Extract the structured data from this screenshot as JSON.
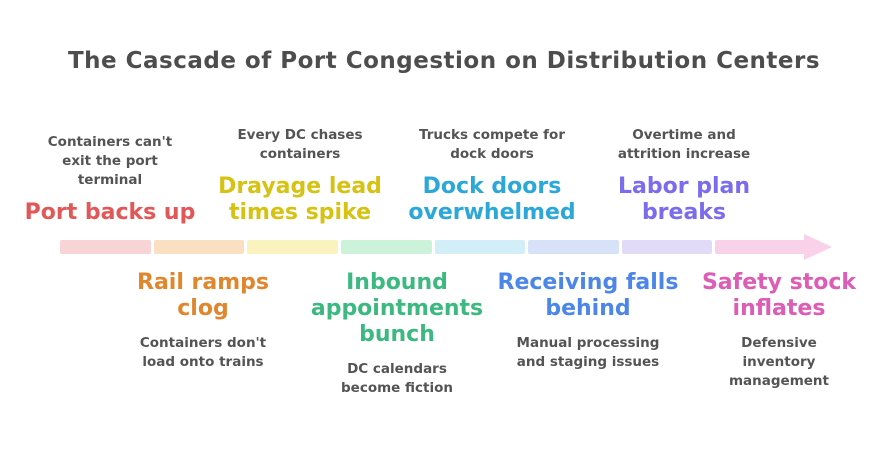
{
  "title": {
    "text": "The Cascade of Port Congestion on Distribution Centers",
    "color": "#4d4d4d"
  },
  "note_color": "#545454",
  "arrow": {
    "head_color": "#f9d2ea",
    "direction": "left-to-right"
  },
  "stages": [
    {
      "heading": "Port backs up",
      "note": "Containers can't\nexit the port\nterminal",
      "side": "top",
      "color": "#e25757",
      "segment_color": "#f9d4d7"
    },
    {
      "heading": "Rail ramps\nclog",
      "note": "Containers don't\nload onto trains",
      "side": "bottom",
      "color": "#e0872e",
      "segment_color": "#fadfc3"
    },
    {
      "heading": "Drayage lead\ntimes spike",
      "note": "Every DC chases\ncontainers",
      "side": "top",
      "color": "#d6c213",
      "segment_color": "#fbf3bd"
    },
    {
      "heading": "Inbound\nappointments\nbunch",
      "note": "DC calendars\nbecome fiction",
      "side": "bottom",
      "color": "#3cb981",
      "segment_color": "#ccf2da"
    },
    {
      "heading": "Dock doors\noverwhelmed",
      "note": "Trucks compete for\ndock doors",
      "side": "top",
      "color": "#2ba7d8",
      "segment_color": "#d2eef7"
    },
    {
      "heading": "Receiving falls\nbehind",
      "note": "Manual processing\nand staging issues",
      "side": "bottom",
      "color": "#4c86e8",
      "segment_color": "#d7e1f8"
    },
    {
      "heading": "Labor plan\nbreaks",
      "note": "Overtime and\nattrition increase",
      "side": "top",
      "color": "#7a6cec",
      "segment_color": "#e2dbf8"
    },
    {
      "heading": "Safety stock\ninflates",
      "note": "Defensive\ninventory\nmanagement",
      "side": "bottom",
      "color": "#dc5cb6",
      "segment_color": "#f9d2ea"
    }
  ]
}
